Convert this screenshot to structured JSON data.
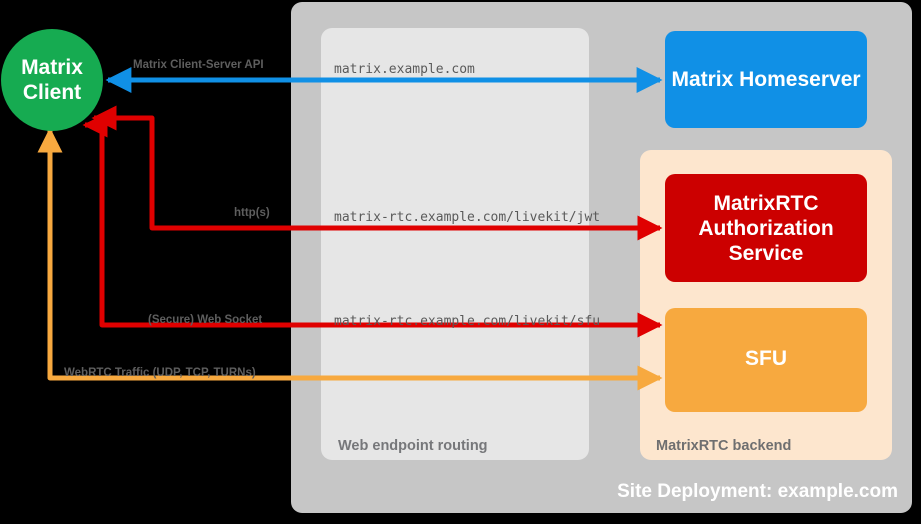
{
  "diagram": {
    "title": "Site Deployment: example.com",
    "colors": {
      "background": "#000000",
      "site_container": "#c6c6c6",
      "web_routing_panel": "#e6e6e6",
      "backend_panel": "#fde6ce",
      "client": "#16ab51",
      "homeserver": "#1090e6",
      "auth_service": "#cc0000",
      "sfu": "#f7a93f",
      "arrow_blue": "#1090e6",
      "arrow_red": "#e00000",
      "arrow_orange": "#f7a93f",
      "caption_text": "#76777a",
      "url_text": "#5a5a5a"
    },
    "nodes": [
      {
        "id": "matrix-client",
        "label": "Matrix\nClient",
        "shape": "circle",
        "color": "#16ab51"
      },
      {
        "id": "matrix-homeserver",
        "label": "Matrix Homeserver",
        "shape": "rounded-rect",
        "color": "#1090e6"
      },
      {
        "id": "matrixrtc-authorization-service",
        "label": "MatrixRTC\nAuthorization\nService",
        "shape": "rounded-rect",
        "color": "#cc0000"
      },
      {
        "id": "sfu",
        "label": "SFU",
        "shape": "rounded-rect",
        "color": "#f7a93f"
      }
    ],
    "panels": [
      {
        "id": "site-deployment",
        "caption": "Site Deployment: example.com"
      },
      {
        "id": "web-endpoint-routing",
        "caption": "Web endpoint routing"
      },
      {
        "id": "matrixrtc-backend",
        "caption": "MatrixRTC backend"
      }
    ],
    "edges": [
      {
        "id": "client-server-api",
        "protocol_label": "Matrix Client-Server API",
        "endpoint_label": "matrix.example.com",
        "color": "#1090e6",
        "direction": "bidirectional",
        "from": "matrix-client",
        "to": "matrix-homeserver"
      },
      {
        "id": "https-jwt",
        "protocol_label": "http(s)",
        "endpoint_label": "matrix-rtc.example.com/livekit/jwt",
        "color": "#e00000",
        "direction": "bidirectional",
        "from": "matrix-client",
        "to": "matrixrtc-authorization-service"
      },
      {
        "id": "secure-web-socket",
        "protocol_label": "(Secure) Web Socket",
        "endpoint_label": "matrix-rtc.example.com/livekit/sfu",
        "color": "#e00000",
        "direction": "bidirectional",
        "from": "matrix-client",
        "to": "sfu"
      },
      {
        "id": "webrtc-traffic",
        "protocol_label": "WebRTC Traffic (UDP, TCP, TURNs)",
        "endpoint_label": "",
        "color": "#f7a93f",
        "direction": "bidirectional",
        "from": "matrix-client",
        "to": "sfu"
      }
    ]
  }
}
